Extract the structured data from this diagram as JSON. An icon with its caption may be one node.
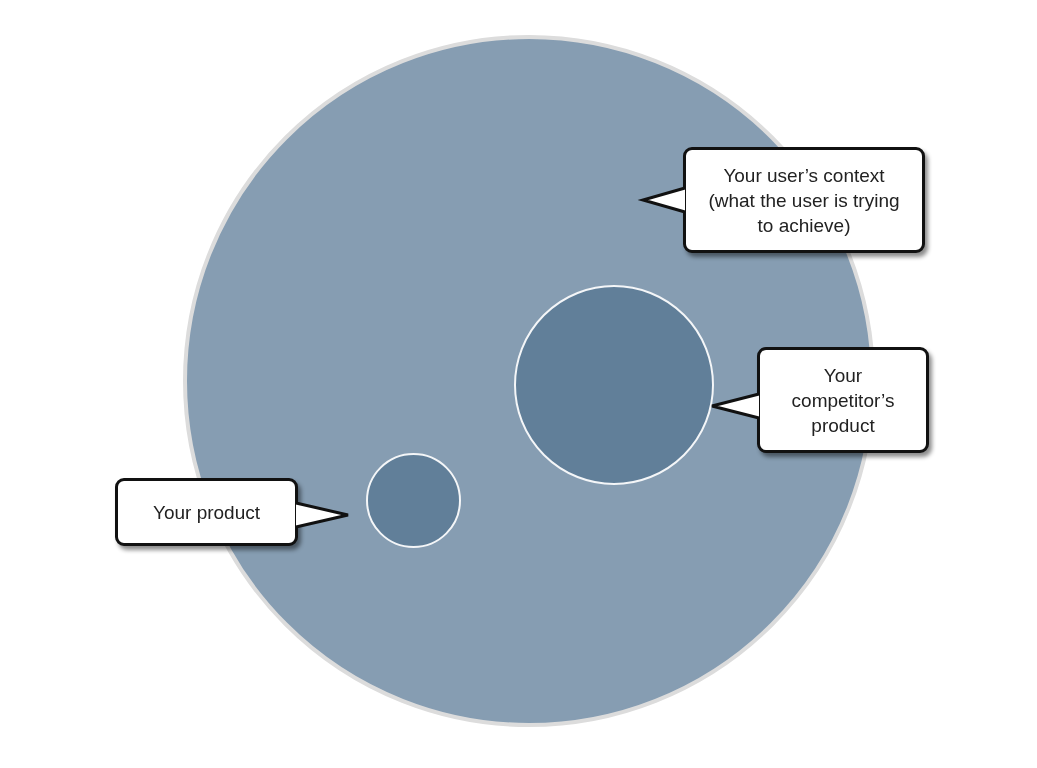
{
  "diagram": {
    "nodes": [
      {
        "text": [],
        "shape": "circle"
      },
      {
        "text": [],
        "shape": "circle",
        "in": 0
      },
      {
        "text": [],
        "shape": "circle",
        "in": 0
      },
      {
        "text": [
          "Your user’s context (what the user is trying to achieve)"
        ]
      },
      {
        "text": [
          "Your competitor’s product"
        ]
      },
      {
        "text": [
          "Your product"
        ]
      }
    ],
    "edges": [
      {
        "from": 3,
        "to": 0,
        "arrow": "to"
      },
      {
        "from": 4,
        "to": 1,
        "arrow": "to"
      },
      {
        "from": 5,
        "to": 2,
        "arrow": "to"
      }
    ]
  }
}
